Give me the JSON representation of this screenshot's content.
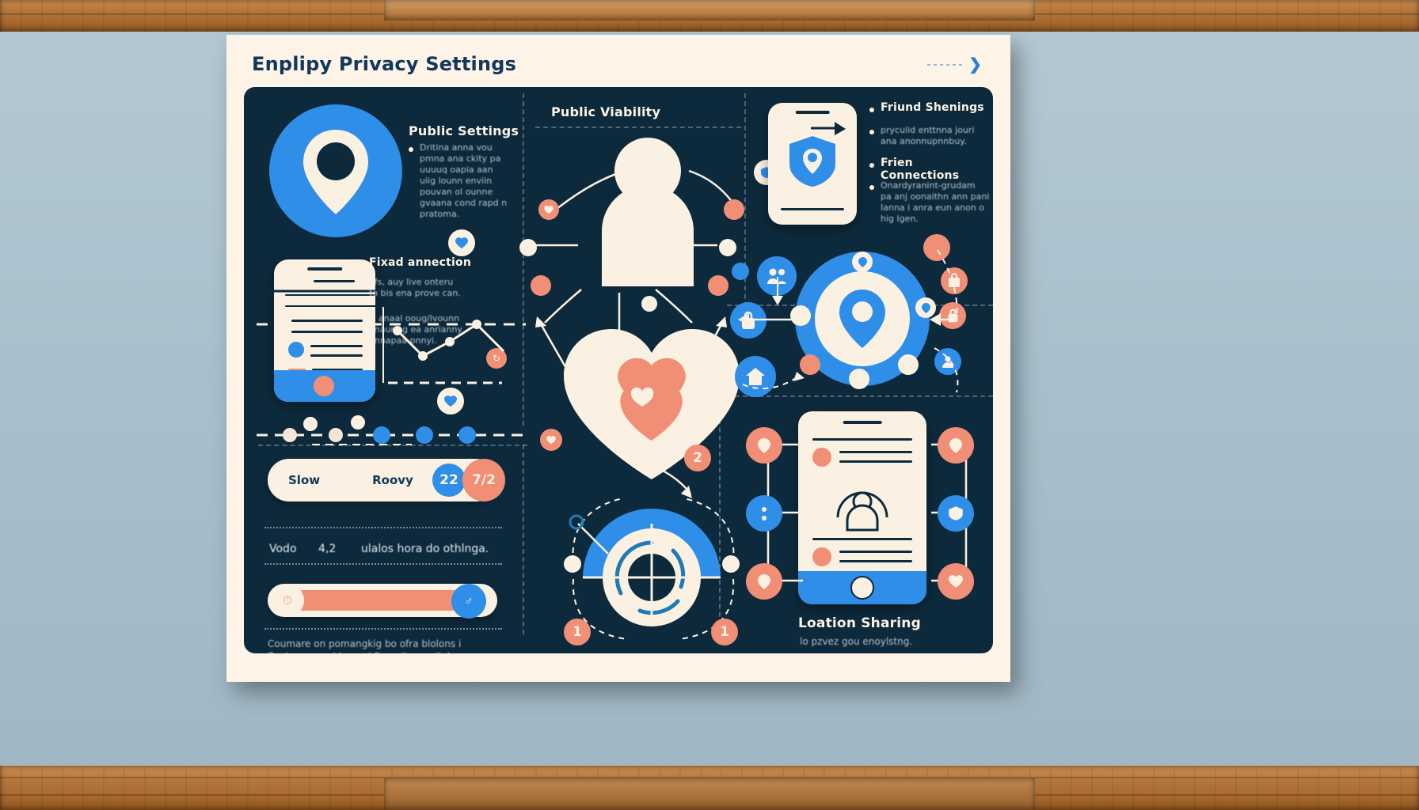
{
  "poster": {
    "title": "Enplipy Privacy Settings",
    "header_icons": {
      "dots": "dotted-line",
      "chevron": "chevron-right-icon"
    }
  },
  "left_panel": {
    "pin_icon": "location-pin-icon",
    "public_settings": {
      "heading": "Public Settings",
      "body": "Dritina anna vou\npmna ana ckity pa\nuuuuq oapia aan\nuiig lounn enviin\npouvan ol ounne\ngvaana cond rapd n\npratoma."
    },
    "friend_connection": {
      "heading": "Fixad annection",
      "body1": "efs, auy live onteru\nto bis ena prove can.",
      "body2": "G anaal ooug/lvounn\nanauring ea anrianny\nnnnapaa pnnyi."
    },
    "phone_icon": "phone-settings-icon",
    "sparkline": "line-chart-sparkline",
    "slider_pill": {
      "left_label": "Slow",
      "right_label": "Roovy",
      "knob_value": "22",
      "trailing_value": "7/2"
    },
    "toggle_row": {
      "label_left": "Vodo",
      "label_mid": "4,2",
      "label_right": "ulalos hora do othlnga."
    },
    "bottom_toggle": "privacy-toggle-slider",
    "footer_note": "Coumare on pomangkig bo ofra blolons i\nflouing enn, aid egnal fio nuila oag ib launa"
  },
  "center_panel": {
    "heading": "Public Viability",
    "person_icon": "person-avatar-icon",
    "heart_icon": "heart-icon",
    "dial_icon": "radial-dial-icon",
    "nodes": [
      {
        "name": "node-heart-left",
        "icon": "heart-icon",
        "color": "#f18f76",
        "value": ""
      },
      {
        "name": "node-badge-top-right",
        "icon": "shield-icon",
        "color": "#2f8fe8",
        "value": ""
      },
      {
        "name": "node-left-mid",
        "icon": "",
        "color": "#fbf1e2",
        "value": ""
      },
      {
        "name": "node-right-mid",
        "icon": "",
        "color": "#fbf1e2",
        "value": ""
      },
      {
        "name": "node-count-2",
        "icon": "",
        "color": "#f18f76",
        "value": "2"
      },
      {
        "name": "node-count-1-left",
        "icon": "",
        "color": "#f18f76",
        "value": "1"
      },
      {
        "name": "node-count-1-right",
        "icon": "",
        "color": "#f18f76",
        "value": "1"
      }
    ]
  },
  "right_panel": {
    "shield_phone_icon": "shield-location-phone-icon",
    "friend_sharing": {
      "heading": "Friund Shenings",
      "body": "pryculid enttnna jouri\nana anonnupnnbuy."
    },
    "friend_connections": {
      "heading": "Frien Connections",
      "body": "Onardyranint-grudam\npa anj oonaithn ann pani\nIanna i anra eun anon o\nhig lgen."
    },
    "hub": {
      "center_icon": "location-pin-icon",
      "satellites": [
        "lock-icon",
        "home-icon",
        "people-icon",
        "pin-icon",
        "bag-icon",
        "user-icon"
      ]
    },
    "location_sharing": {
      "heading": "Loation Sharing",
      "subtext": "lo pzvez gou enoylstng."
    },
    "profile_card_icon": "user-profile-card-icon",
    "card_nodes": [
      "pin-icon",
      "more-vertical-icon",
      "pin-icon",
      "pin-icon",
      "shield-icon",
      "heart-icon"
    ]
  },
  "colors": {
    "board_bg": "#0d2a3c",
    "poster_bg": "#fdf3e6",
    "accent_blue": "#2f8fe8",
    "accent_coral": "#f18f76",
    "cream": "#fbf1e2",
    "title_navy": "#12365c"
  }
}
